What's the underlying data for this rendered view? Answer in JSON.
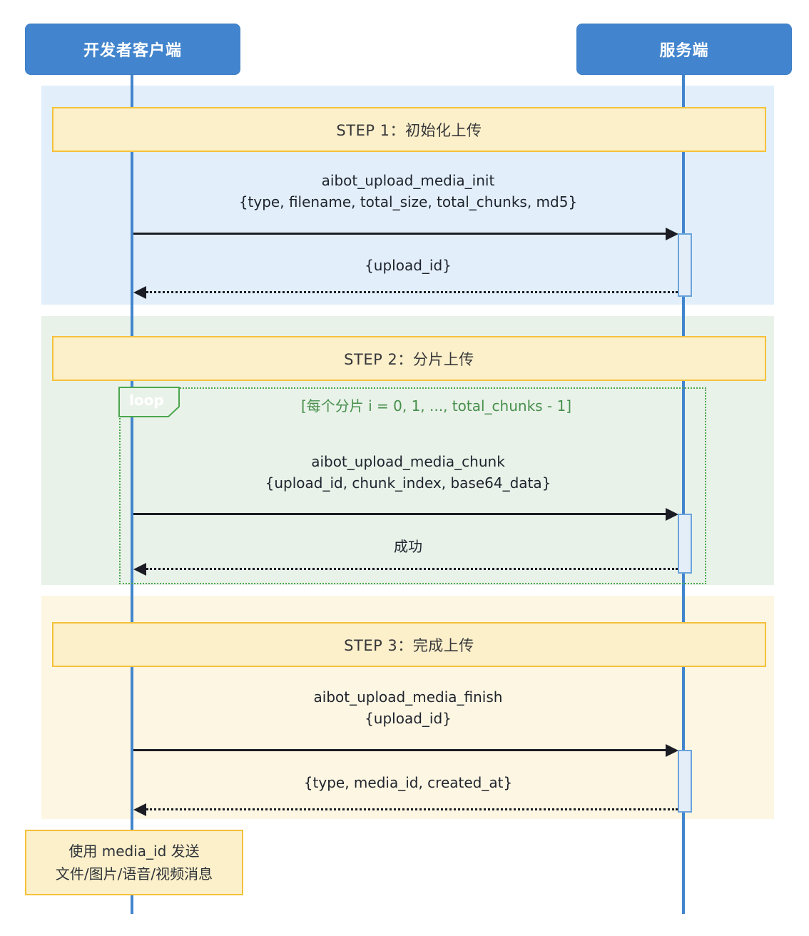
{
  "diagram": {
    "actors": {
      "client": "开发者客户端",
      "server": "服务端"
    },
    "steps": [
      {
        "banner": "STEP 1：初始化上传",
        "request": [
          "aibot_upload_media_init",
          "{type, filename, total_size, total_chunks, md5}"
        ],
        "response": "{upload_id}"
      },
      {
        "banner": "STEP 2：分片上传",
        "loop": {
          "label": "loop",
          "condition": "[每个分片 i = 0, 1, ..., total_chunks - 1]"
        },
        "request": [
          "aibot_upload_media_chunk",
          "{upload_id, chunk_index, base64_data}"
        ],
        "response": "成功"
      },
      {
        "banner": "STEP 3：完成上传",
        "request": [
          "aibot_upload_media_finish",
          "{upload_id}"
        ],
        "response": "{type, media_id, created_at}"
      }
    ],
    "note": [
      "使用 media_id 发送",
      "文件/图片/语音/视频消息"
    ],
    "colors": {
      "actor_blue": "#4285CE",
      "section_blue": "#E2EFFA",
      "section_green": "#E9F2E9",
      "section_yellow": "#FDF6E2",
      "banner_fill": "#FCF0CB",
      "banner_border": "#F5C13A",
      "loop_green": "#4CA64C",
      "arrow_black": "#1C1C24",
      "activation_fill": "#E4EEF9",
      "activation_border": "#6AA3DC"
    }
  }
}
